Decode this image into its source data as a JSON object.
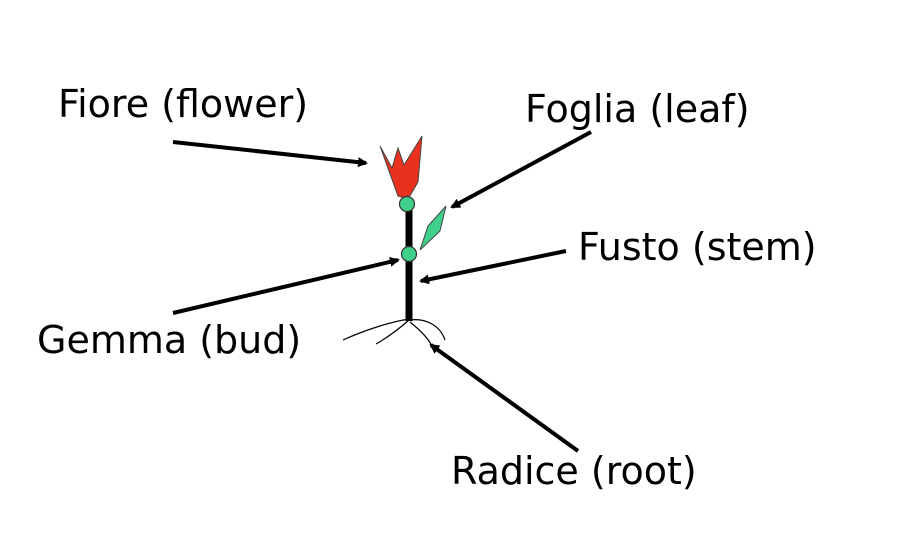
{
  "labels": {
    "flower": "Fiore (flower)",
    "leaf": "Foglia (leaf)",
    "stem": "Fusto (stem)",
    "bud": "Gemma (bud)",
    "root": "Radice (root)"
  },
  "colors": {
    "background": "#ffffff",
    "text": "#000000",
    "flower": "#e8321e",
    "leaf": "#3fd08c",
    "bud": "#3fd08c",
    "stem": "#000000",
    "arrow": "#000000"
  }
}
